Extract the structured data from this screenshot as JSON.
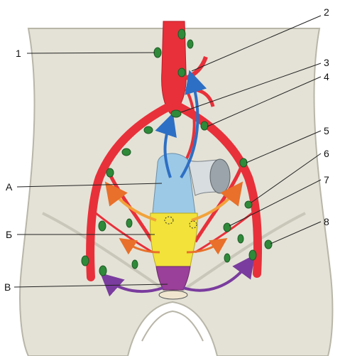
{
  "labels": {
    "n1": "1",
    "n2": "2",
    "n3": "3",
    "n4": "4",
    "n5": "5",
    "n6": "6",
    "n7": "7",
    "n8": "8",
    "A": "А",
    "B": "Б",
    "V": "В"
  },
  "colors": {
    "skin": "#e4e2d6",
    "skin_shade": "#c9c7b9",
    "artery": "#e8303a",
    "artery_dark": "#b81e28",
    "node": "#2f8a3a",
    "segment_blue": "#9cc9e6",
    "segment_yellow": "#f2e23a",
    "segment_purple": "#9a3f9a",
    "arrow_blue": "#2d6fc4",
    "arrow_orange": "#f2a23a",
    "arrow_purple": "#7a3c9e",
    "line": "#222222"
  }
}
